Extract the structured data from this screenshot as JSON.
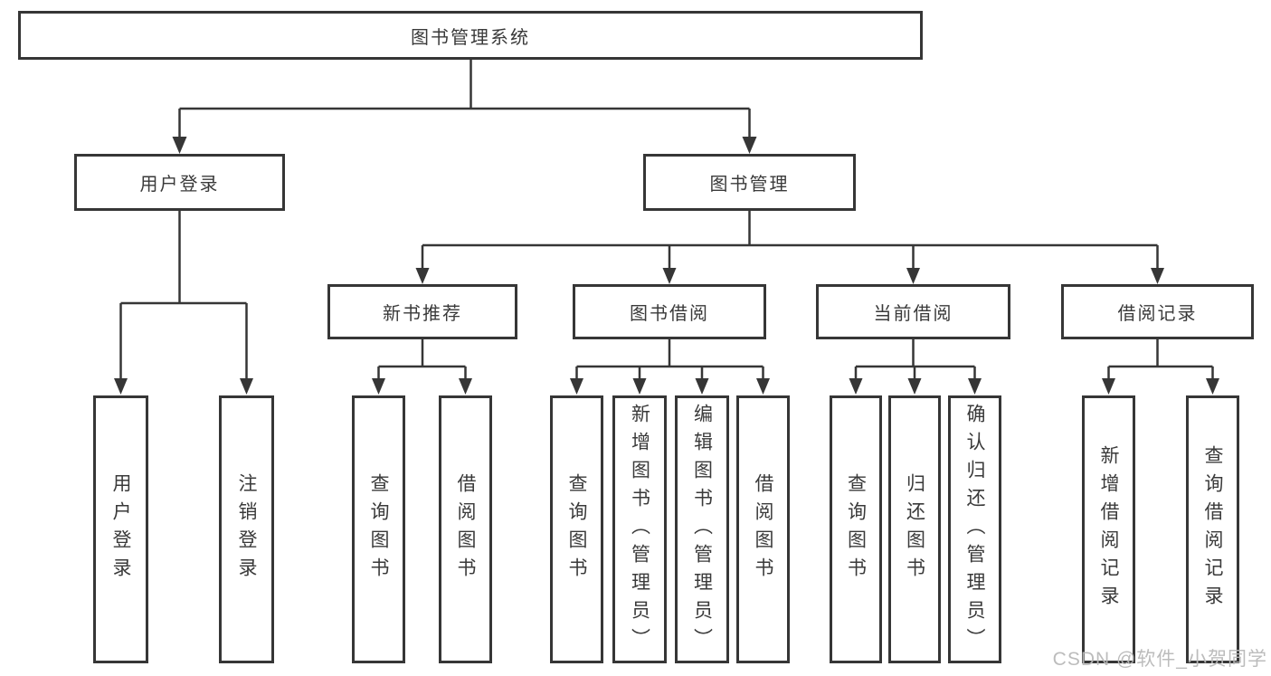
{
  "diagram": {
    "title": "图书管理系统",
    "branches": [
      {
        "label": "用户登录",
        "children": [
          {
            "label": "用户登录"
          },
          {
            "label": "注销登录"
          }
        ]
      },
      {
        "label": "图书管理",
        "children": [
          {
            "label": "新书推荐",
            "children": [
              {
                "label": "查询图书"
              },
              {
                "label": "借阅图书"
              }
            ]
          },
          {
            "label": "图书借阅",
            "children": [
              {
                "label": "查询图书"
              },
              {
                "label": "新增图书（管理员）"
              },
              {
                "label": "编辑图书（管理员）"
              },
              {
                "label": "借阅图书"
              }
            ]
          },
          {
            "label": "当前借阅",
            "children": [
              {
                "label": "查询图书"
              },
              {
                "label": "归还图书"
              },
              {
                "label": "确认归还（管理员）"
              }
            ]
          },
          {
            "label": "借阅记录",
            "children": [
              {
                "label": "新增借阅记录"
              },
              {
                "label": "查询借阅记录"
              }
            ]
          }
        ]
      }
    ]
  },
  "watermark": {
    "text": "CSDN @软件_小贺同学"
  },
  "colors": {
    "line": "#363636",
    "border": "#363636",
    "text": "#3a3a3a",
    "background": "#ffffff",
    "watermark": "#b9b9b9"
  }
}
